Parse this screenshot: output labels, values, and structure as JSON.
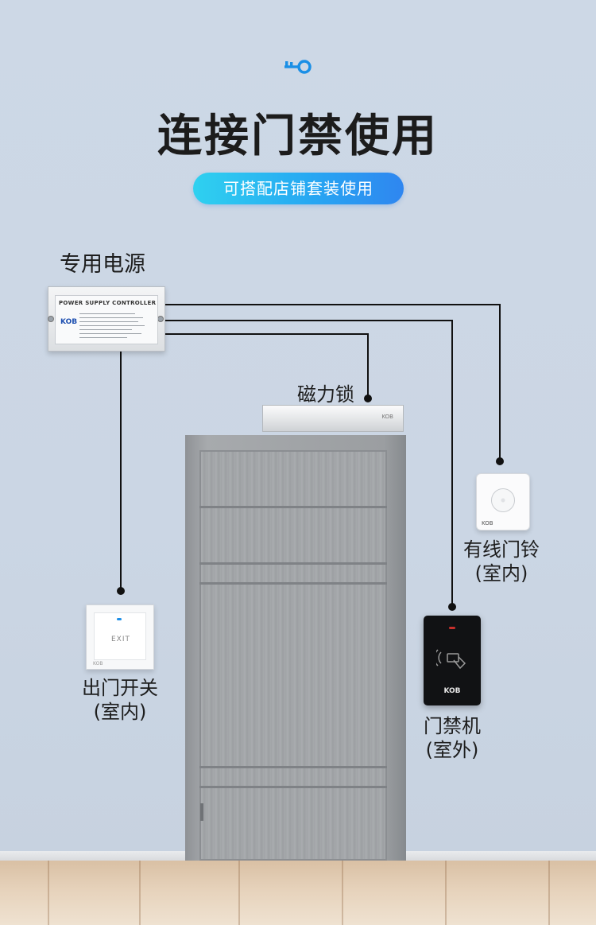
{
  "header": {
    "title": "连接门禁使用",
    "subtitle": "可搭配店铺套装使用"
  },
  "labels": {
    "power_supply": "专用电源",
    "magnetic_lock": "磁力锁",
    "doorbell_line1": "有线门铃",
    "doorbell_line2": "(室内)",
    "exit_button_line1": "出门开关",
    "exit_button_line2": "(室内)",
    "access_reader_line1": "门禁机",
    "access_reader_line2": "(室外)"
  },
  "devices": {
    "psu_plate_title": "POWER SUPPLY CONTROLLER",
    "psu_brand": "KOB",
    "maglock_brand": "KOB",
    "exit_button_text": "EXIT",
    "exit_button_brand": "KOB",
    "doorbell_brand": "KOB",
    "reader_brand": "KOB"
  },
  "colors": {
    "accent_gradient_start": "#2fd1f0",
    "accent_gradient_end": "#2f86f0",
    "key_icon": "#1a8fe6",
    "wire": "#111111",
    "wall": "#cdd8e6"
  },
  "icons": [
    "key-icon",
    "card-swipe-icon",
    "speaker-icon"
  ]
}
